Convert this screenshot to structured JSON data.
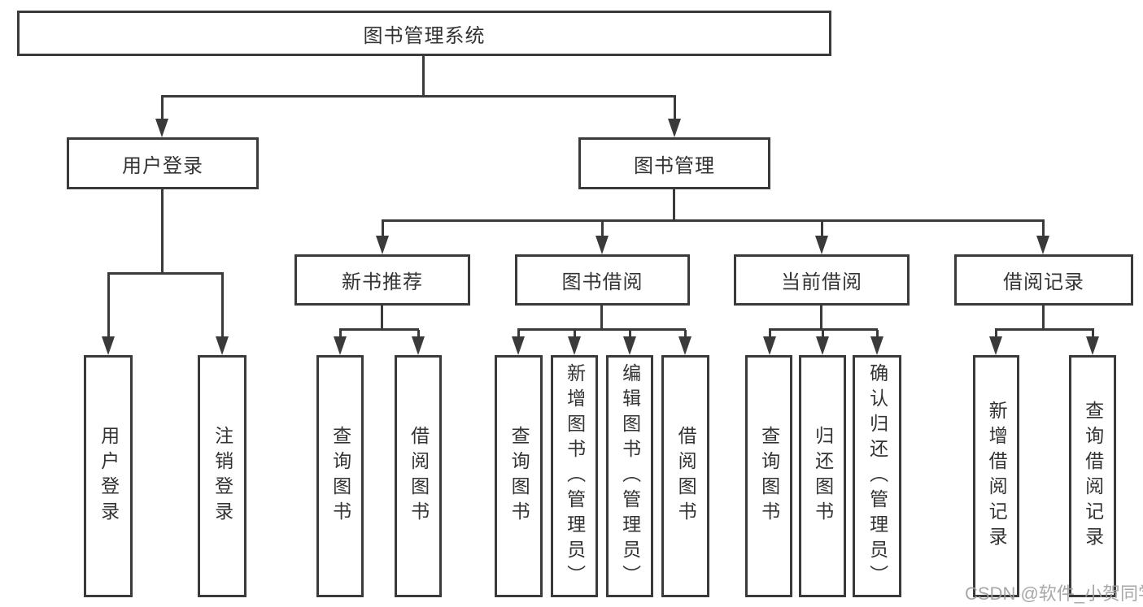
{
  "nodes": {
    "root": "图书管理系统",
    "level2": [
      "用户登录",
      "图书管理"
    ],
    "level3": [
      "新书推荐",
      "图书借阅",
      "当前借阅",
      "借阅记录"
    ],
    "leaves_login": [
      "用户登录",
      "注销登录"
    ],
    "leaves_recommend": [
      "查询图书",
      "借阅图书"
    ],
    "leaves_borrowing": [
      "查询图书",
      "新增图书（管理员）",
      "编辑图书（管理员）",
      "借阅图书"
    ],
    "leaves_current": [
      "查询图书",
      "归还图书",
      "确认归还（管理员）"
    ],
    "leaves_records": [
      "新增借阅记录",
      "查询借阅记录"
    ]
  },
  "watermark": "CSDN @软件_小贺同学",
  "colors": {
    "line": "#3a3a3a",
    "text": "#333333",
    "watermark": "#9e9e9e",
    "background": "#ffffff"
  }
}
